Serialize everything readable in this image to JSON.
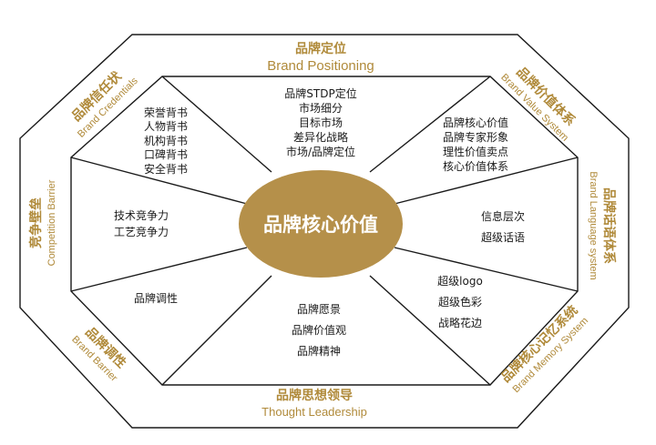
{
  "colors": {
    "gold": "#b08a3a",
    "center_fill": "#b5904a",
    "text": "#1a1a1a"
  },
  "center": {
    "label": "品牌核心价值"
  },
  "segments": {
    "top": {
      "title_cn": "品牌定位",
      "title_en": "Brand Positioning",
      "items": [
        "品牌STDP定位",
        "市场细分",
        "目标市场",
        "差异化战略",
        "市场/品牌定位"
      ]
    },
    "top_right": {
      "title_cn": "品牌价值体系",
      "title_en": "Brand Value System",
      "items": [
        "品牌核心价值",
        "品牌专家形象",
        "理性价值卖点",
        "核心价值体系"
      ]
    },
    "right": {
      "title_cn": "品牌话语体系",
      "title_en": "Brand Language system",
      "items": [
        "信息层次",
        "超级话语"
      ]
    },
    "bottom_right": {
      "title_cn": "品牌核心记忆系统",
      "title_en": "Brand Memory System",
      "items": [
        "超级logo",
        "超级色彩",
        "战略花边"
      ]
    },
    "bottom": {
      "title_cn": "品牌思想领导",
      "title_en": "Thought Leadership",
      "items": [
        "品牌愿景",
        "品牌价值观",
        "品牌精神"
      ]
    },
    "bottom_left": {
      "title_cn": "品牌调性",
      "title_en": "Brand Barrier",
      "items": [
        "品牌调性"
      ]
    },
    "left": {
      "title_cn": "竞争壁垒",
      "title_en": "Competition Barrier",
      "items": [
        "技术竞争力",
        "工艺竞争力"
      ]
    },
    "top_left": {
      "title_cn": "品牌信任状",
      "title_en": "Brand Credentials",
      "items": [
        "荣誉背书",
        "人物背书",
        "机构背书",
        "口碑背书",
        "安全背书"
      ]
    }
  }
}
